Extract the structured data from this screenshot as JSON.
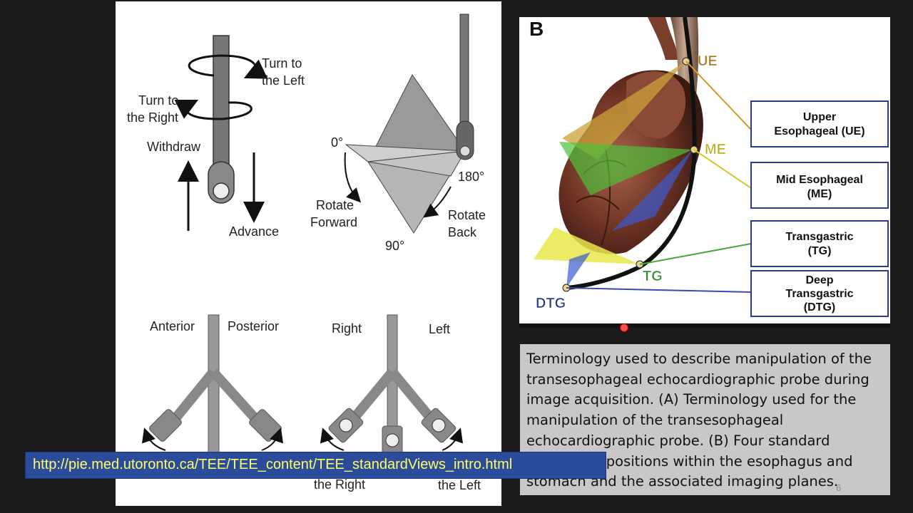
{
  "panel_a": {
    "probe_movements": {
      "turn_left": [
        "Turn to",
        "the Left"
      ],
      "turn_right": [
        "Turn to",
        "the Right"
      ],
      "withdraw": "Withdraw",
      "advance": "Advance"
    },
    "multiplane": {
      "deg_0": "0°",
      "deg_180": "180°",
      "deg_90": "90°",
      "rotate_forward": [
        "Rotate",
        "Forward"
      ],
      "rotate_back": [
        "Rotate",
        "Back"
      ]
    },
    "flex_ap": {
      "anterior": "Anterior",
      "posterior": "Posterior"
    },
    "flex_rl": {
      "right": "Right",
      "left": "Left",
      "bottom_right": "the Right",
      "bottom_left": "the Left"
    }
  },
  "panel_b": {
    "letter": "B",
    "positions": {
      "ue": "UE",
      "me": "ME",
      "tg": "TG",
      "dtg": "DTG"
    },
    "boxes": {
      "ue": [
        "Upper",
        "Esophageal (UE)"
      ],
      "me": [
        "Mid Esophageal",
        "(ME)"
      ],
      "tg": [
        "Transgastric",
        "(TG)"
      ],
      "dtg": [
        "Deep",
        "Transgastric",
        "(DTG)"
      ]
    }
  },
  "caption": "Terminology used to describe manipulation of the transesophageal echocardiographic probe during image acquisition. (A) Terminology used for the manipulation of the transesophageal echocardiographic probe. (B) Four standard transducer positions within the esophagus and stomach and the associated imaging planes.",
  "slide_number": "6",
  "link": {
    "url": "http://pie.med.utoronto.ca/TEE/TEE_content/TEE_standardViews_intro.html"
  }
}
